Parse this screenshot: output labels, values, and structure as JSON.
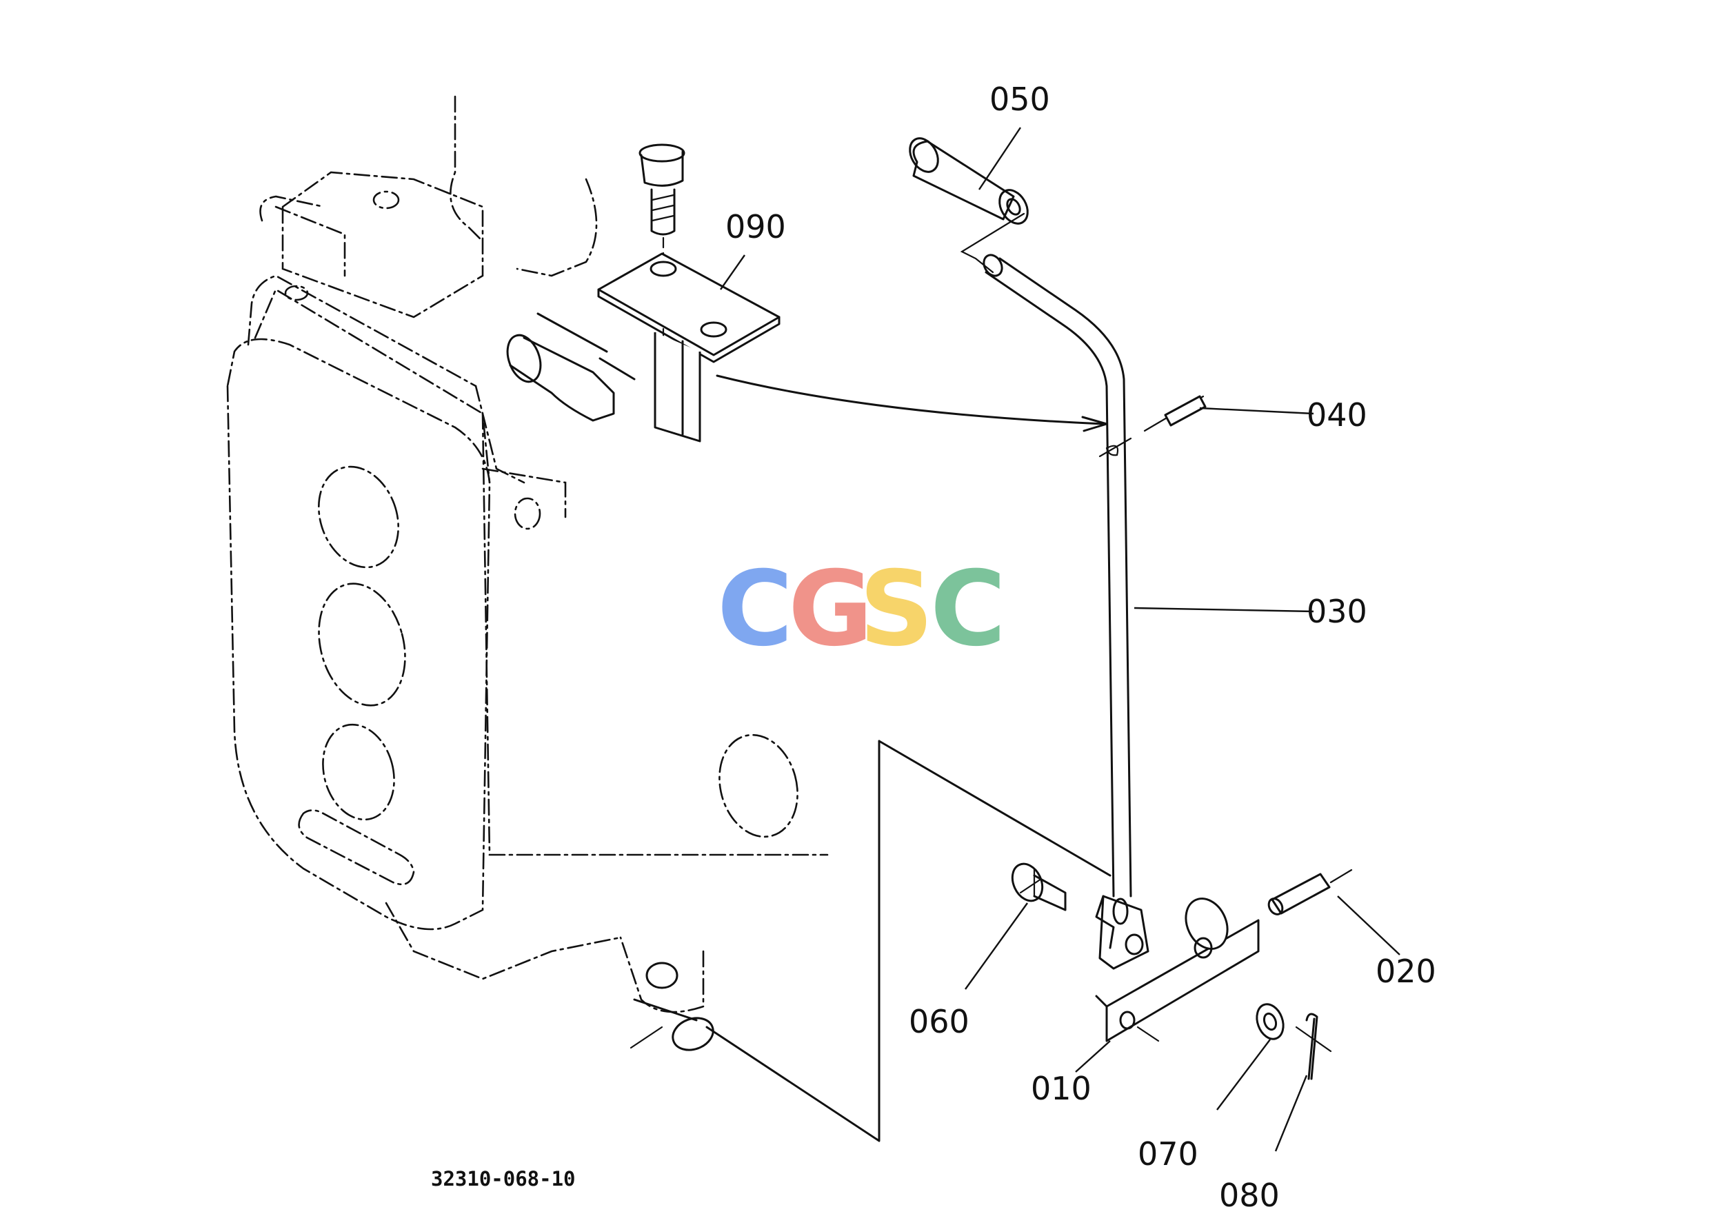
{
  "diagram": {
    "callouts": [
      {
        "id": "050",
        "label": "050"
      },
      {
        "id": "090",
        "label": "090"
      },
      {
        "id": "040",
        "label": "040"
      },
      {
        "id": "030",
        "label": "030"
      },
      {
        "id": "020",
        "label": "020"
      },
      {
        "id": "060",
        "label": "060"
      },
      {
        "id": "010",
        "label": "010"
      },
      {
        "id": "070",
        "label": "070"
      },
      {
        "id": "080",
        "label": "080"
      }
    ],
    "drawing_number": "32310-068-10"
  },
  "watermark": {
    "letters": [
      {
        "char": "C",
        "color": "#7fa7f0"
      },
      {
        "char": "G",
        "color": "#f0938a"
      },
      {
        "char": "S",
        "color": "#f7d46a"
      },
      {
        "char": "C",
        "color": "#7cc39b"
      }
    ]
  },
  "colors": {
    "ink": "#111111",
    "paper": "#ffffff"
  }
}
